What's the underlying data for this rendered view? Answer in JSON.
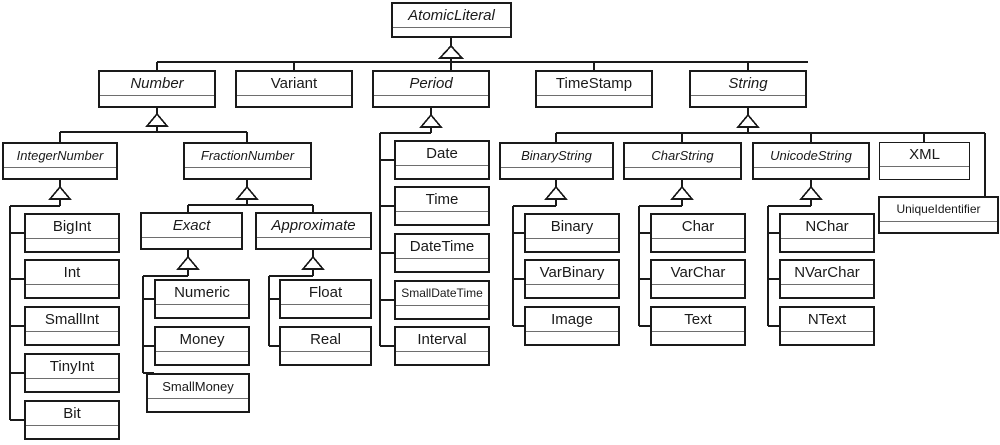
{
  "diagram": {
    "title": "AtomicLiteral type hierarchy",
    "notation": "UML class diagram (generalization / inheritance)",
    "stroke_color": "#1a1a1a",
    "divider_color": "#6e6e6e",
    "background_color": "#ffffff"
  },
  "classes": {
    "atomic_literal": {
      "label": "AtomicLiteral",
      "abstract": true
    },
    "number": {
      "label": "Number",
      "abstract": true
    },
    "variant": {
      "label": "Variant",
      "abstract": false
    },
    "period": {
      "label": "Period",
      "abstract": true
    },
    "timestamp": {
      "label": "TimeStamp",
      "abstract": false
    },
    "string": {
      "label": "String",
      "abstract": true
    },
    "integer_number": {
      "label": "IntegerNumber",
      "abstract": true
    },
    "fraction_number": {
      "label": "FractionNumber",
      "abstract": true
    },
    "binary_string": {
      "label": "BinaryString",
      "abstract": true
    },
    "char_string": {
      "label": "CharString",
      "abstract": true
    },
    "unicode_string": {
      "label": "UnicodeString",
      "abstract": true
    },
    "xml": {
      "label": "XML",
      "abstract": false
    },
    "unique_identifier": {
      "label": "UniqueIdentifier",
      "abstract": false
    },
    "bigint": {
      "label": "BigInt",
      "abstract": false
    },
    "int": {
      "label": "Int",
      "abstract": false
    },
    "smallint": {
      "label": "SmallInt",
      "abstract": false
    },
    "tinyint": {
      "label": "TinyInt",
      "abstract": false
    },
    "bit": {
      "label": "Bit",
      "abstract": false
    },
    "exact": {
      "label": "Exact",
      "abstract": true
    },
    "approximate": {
      "label": "Approximate",
      "abstract": true
    },
    "numeric": {
      "label": "Numeric",
      "abstract": false
    },
    "money": {
      "label": "Money",
      "abstract": false
    },
    "smallmoney": {
      "label": "SmallMoney",
      "abstract": false
    },
    "float": {
      "label": "Float",
      "abstract": false
    },
    "real": {
      "label": "Real",
      "abstract": false
    },
    "date": {
      "label": "Date",
      "abstract": false
    },
    "time": {
      "label": "Time",
      "abstract": false
    },
    "datetime": {
      "label": "DateTime",
      "abstract": false
    },
    "smalldatetime": {
      "label": "SmallDateTime",
      "abstract": false
    },
    "interval": {
      "label": "Interval",
      "abstract": false
    },
    "binary": {
      "label": "Binary",
      "abstract": false
    },
    "varbinary": {
      "label": "VarBinary",
      "abstract": false
    },
    "image": {
      "label": "Image",
      "abstract": false
    },
    "char": {
      "label": "Char",
      "abstract": false
    },
    "varchar": {
      "label": "VarChar",
      "abstract": false
    },
    "text": {
      "label": "Text",
      "abstract": false
    },
    "nchar": {
      "label": "NChar",
      "abstract": false
    },
    "nvarchar": {
      "label": "NVarChar",
      "abstract": false
    },
    "ntext": {
      "label": "NText",
      "abstract": false
    }
  },
  "generalizations": [
    {
      "parent": "AtomicLiteral",
      "children": [
        "Number",
        "Variant",
        "Period",
        "TimeStamp",
        "String"
      ]
    },
    {
      "parent": "Number",
      "children": [
        "IntegerNumber",
        "FractionNumber"
      ]
    },
    {
      "parent": "IntegerNumber",
      "children": [
        "BigInt",
        "Int",
        "SmallInt",
        "TinyInt",
        "Bit"
      ]
    },
    {
      "parent": "FractionNumber",
      "children": [
        "Exact",
        "Approximate"
      ]
    },
    {
      "parent": "Exact",
      "children": [
        "Numeric",
        "Money",
        "SmallMoney"
      ]
    },
    {
      "parent": "Approximate",
      "children": [
        "Float",
        "Real"
      ]
    },
    {
      "parent": "Period",
      "children": [
        "Date",
        "Time",
        "DateTime",
        "SmallDateTime",
        "Interval"
      ]
    },
    {
      "parent": "String",
      "children": [
        "BinaryString",
        "CharString",
        "UnicodeString",
        "XML",
        "UniqueIdentifier"
      ]
    },
    {
      "parent": "BinaryString",
      "children": [
        "Binary",
        "VarBinary",
        "Image"
      ]
    },
    {
      "parent": "CharString",
      "children": [
        "Char",
        "VarChar",
        "Text"
      ]
    },
    {
      "parent": "UnicodeString",
      "children": [
        "NChar",
        "NVarChar",
        "NText"
      ]
    }
  ]
}
